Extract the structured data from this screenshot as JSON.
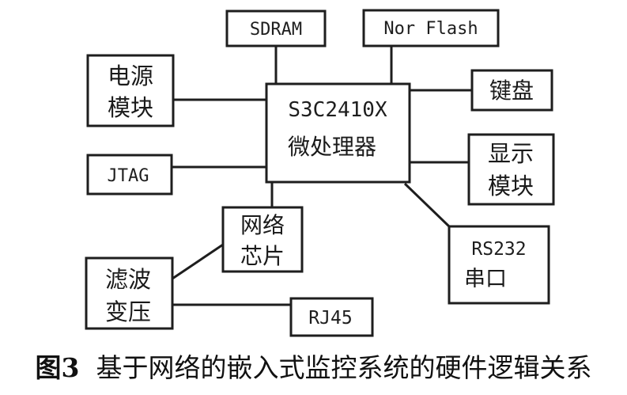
{
  "diagram": {
    "cpu": {
      "line1": "S3C2410X",
      "line2": "微处理器"
    },
    "sdram": "SDRAM",
    "nor_flash": "Nor Flash",
    "power": {
      "line1": "电源",
      "line2": "模块"
    },
    "keyboard": "键盘",
    "jtag": "JTAG",
    "display": {
      "line1": "显示",
      "line2": "模块"
    },
    "network_chip": {
      "line1": "网络",
      "line2": "芯片"
    },
    "filter": {
      "line1": "滤波",
      "line2": "变压"
    },
    "rs232": {
      "line1": "RS232",
      "line2": "串口"
    },
    "rj45": "RJ45"
  },
  "caption": {
    "figure_number": "图3",
    "text": "基于网络的嵌入式监控系统的硬件逻辑关系"
  },
  "colors": {
    "stroke": "#1e1e1e",
    "background": "#ffffff"
  }
}
